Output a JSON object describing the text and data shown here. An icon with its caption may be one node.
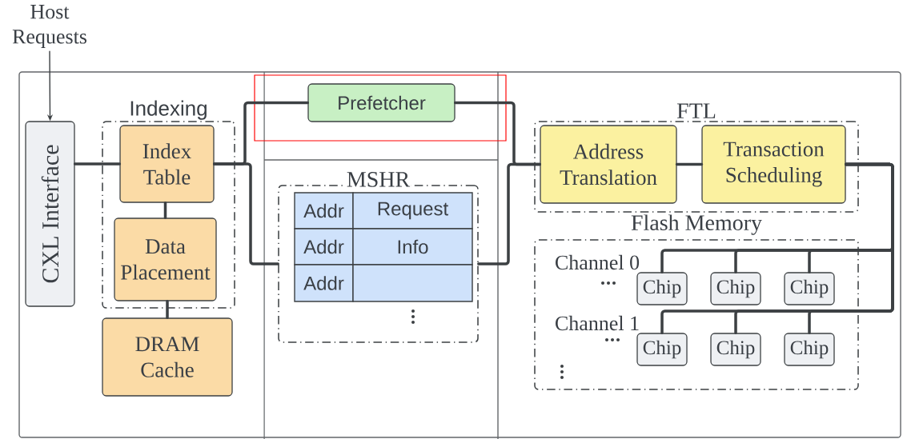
{
  "diagram": {
    "nodes": [
      {
        "text": [
          "Host Requests"
        ]
      },
      {
        "text": [
          "CXL Interface"
        ]
      },
      {
        "text": [
          "Indexing"
        ]
      },
      {
        "text": [
          "Index Table"
        ],
        "in": 2
      },
      {
        "text": [
          "Data Placement"
        ],
        "in": 2
      },
      {
        "text": [
          "DRAM Cache"
        ]
      },
      {
        "text": [
          "Prefetcher"
        ]
      },
      {
        "text": [
          "MSHR"
        ]
      },
      {
        "text": [
          "FTL"
        ]
      },
      {
        "text": [
          "Address Translation"
        ],
        "in": 8
      },
      {
        "text": [
          "Transaction Scheduling"
        ],
        "in": 8
      },
      {
        "text": [
          "Flash Memory"
        ]
      },
      {
        "text": [
          "Chip"
        ],
        "in": 11
      },
      {
        "text": [
          "Chip"
        ],
        "in": 11
      },
      {
        "text": [
          "Chip"
        ],
        "in": 11
      },
      {
        "text": [
          "Chip"
        ],
        "in": 11
      },
      {
        "text": [
          "Chip"
        ],
        "in": 11
      },
      {
        "text": [
          "Chip"
        ],
        "in": 11
      }
    ],
    "edges": [
      {
        "from": 0,
        "to": 1,
        "arrow": "to"
      },
      {
        "from": 1,
        "to": 3,
        "arrow": "none"
      },
      {
        "from": 3,
        "to": 4,
        "arrow": "none"
      },
      {
        "from": 4,
        "to": 5,
        "arrow": "none"
      },
      {
        "from": 3,
        "to": 6,
        "arrow": "none"
      },
      {
        "from": 3,
        "to": 7,
        "arrow": "none"
      },
      {
        "from": 6,
        "to": 9,
        "arrow": "none"
      },
      {
        "from": 7,
        "to": 9,
        "arrow": "none"
      },
      {
        "from": 9,
        "to": 10,
        "arrow": "none"
      },
      {
        "from": 10,
        "to": 12,
        "arrow": "none"
      },
      {
        "from": 10,
        "to": 13,
        "arrow": "none"
      },
      {
        "from": 10,
        "to": 14,
        "arrow": "none"
      },
      {
        "from": 10,
        "to": 15,
        "arrow": "none"
      },
      {
        "from": 10,
        "to": 16,
        "arrow": "none"
      },
      {
        "from": 10,
        "to": 17,
        "arrow": "none"
      }
    ],
    "labels": [
      "Addr",
      "Request",
      "Addr",
      "Info",
      "Addr",
      "Channel 0",
      "Channel 1"
    ]
  }
}
